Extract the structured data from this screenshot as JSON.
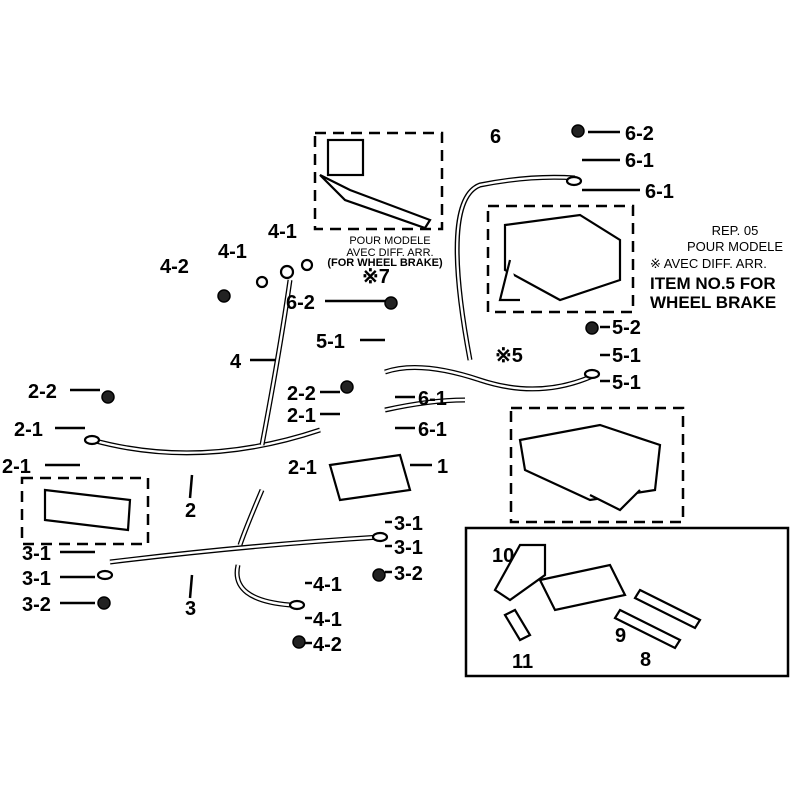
{
  "callouts": [
    "6-2",
    "6-1",
    "6-1",
    "6",
    "4-1",
    "4-1",
    "4-2",
    "※7",
    "6-2",
    "5-1",
    "4",
    "※5",
    "5-2",
    "5-1",
    "5-1",
    "2-2",
    "2-1",
    "2-1",
    "2-2",
    "2-1",
    "6-1",
    "6-1",
    "2-1",
    "1",
    "2",
    "3-1",
    "3-1",
    "3-2",
    "3-1",
    "3-1",
    "3-2",
    "3",
    "4-1",
    "4-1",
    "4-2",
    "10",
    "9",
    "8",
    "11"
  ],
  "note_left": {
    "line1": "POUR MODELE",
    "line2": "AVEC DIFF. ARR.",
    "line3": "(FOR WHEEL BRAKE)"
  },
  "note_right": {
    "line1": "REP. 05",
    "line2": "POUR MODELE",
    "line3": "※ AVEC DIFF. ARR.",
    "line4": "ITEM NO.5 FOR",
    "line5": "WHEEL BRAKE"
  }
}
